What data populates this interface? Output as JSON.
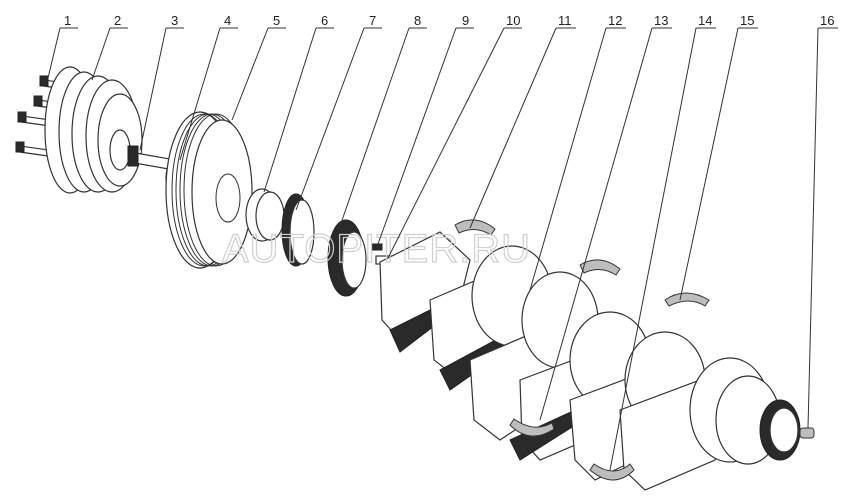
{
  "diagram": {
    "title": "Crankshaft assembly exploded view",
    "part_labels": [
      "1",
      "2",
      "3",
      "4",
      "5",
      "6",
      "7",
      "8",
      "9",
      "10",
      "11",
      "12",
      "13",
      "14",
      "15",
      "16"
    ],
    "watermark": "AUTOPITER.RU"
  }
}
